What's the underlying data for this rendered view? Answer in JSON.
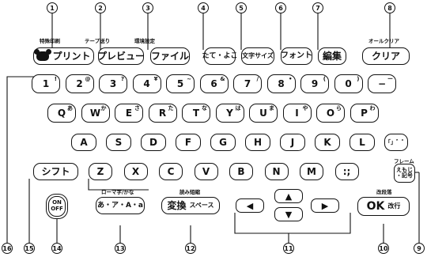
{
  "callouts": [
    "1",
    "2",
    "3",
    "4",
    "5",
    "6",
    "7",
    "8",
    "9",
    "10",
    "11",
    "12",
    "13",
    "14",
    "15",
    "16"
  ],
  "captions": {
    "special_print": "特殊印刷",
    "tape_feed": "テープ送り",
    "env_settings": "環境設定",
    "all_clear": "オールクリア",
    "frame": "フレーム",
    "romaji_kana": "ローマ字/かな",
    "reading_abbr": "読み短縮",
    "new_line": "改段落"
  },
  "function_keys": {
    "print": "プリント",
    "preview": "プレビュー",
    "file": "ファイル",
    "tate_yoko": "たて・よこ",
    "char_size": "文字サイズ",
    "font": "フォント",
    "edit": "編集",
    "clear": "クリア"
  },
  "number_row": [
    {
      "main": "1",
      "sup": "!"
    },
    {
      "main": "2",
      "sup": "@"
    },
    {
      "main": "3",
      "sup": "?"
    },
    {
      "main": "4",
      "sup": "¥"
    },
    {
      "main": "5",
      "sup": "~"
    },
    {
      "main": "6",
      "sup": "&"
    },
    {
      "main": "7",
      "sup": "/"
    },
    {
      "main": "8",
      "sup": "•"
    },
    {
      "main": "9",
      "sup": "("
    },
    {
      "main": "0",
      "sup": ")"
    },
    {
      "main": "−",
      "sup": "ー"
    }
  ],
  "q_row": [
    {
      "main": "Q",
      "sup": "あ"
    },
    {
      "main": "W",
      "sup": "か"
    },
    {
      "main": "E",
      "sup": "さ"
    },
    {
      "main": "R",
      "sup": "た"
    },
    {
      "main": "T",
      "sup": "な"
    },
    {
      "main": "Y",
      "sup": "は"
    },
    {
      "main": "U",
      "sup": "ま"
    },
    {
      "main": "I",
      "sup": "や"
    },
    {
      "main": "O",
      "sup": "ら"
    },
    {
      "main": "P",
      "sup": "わ"
    }
  ],
  "a_row": [
    "A",
    "S",
    "D",
    "F",
    "G",
    "H",
    "J",
    "K",
    "L",
    "「」゛゜"
  ],
  "z_row": [
    "Z",
    "X",
    "C",
    "V",
    "B",
    "N",
    "M",
    ":;"
  ],
  "special_keys": {
    "shift": "シフト",
    "power_on": "ON",
    "power_off": "OFF",
    "kana_mode": "あ・ア・A・a",
    "convert": "変換",
    "space": "スペース",
    "ok": "OK",
    "newline": "改行",
    "emoji_top": "えもじ",
    "emoji_bottom": "・記号"
  },
  "arrows": [
    "◀",
    "▲",
    "▼",
    "▶"
  ]
}
